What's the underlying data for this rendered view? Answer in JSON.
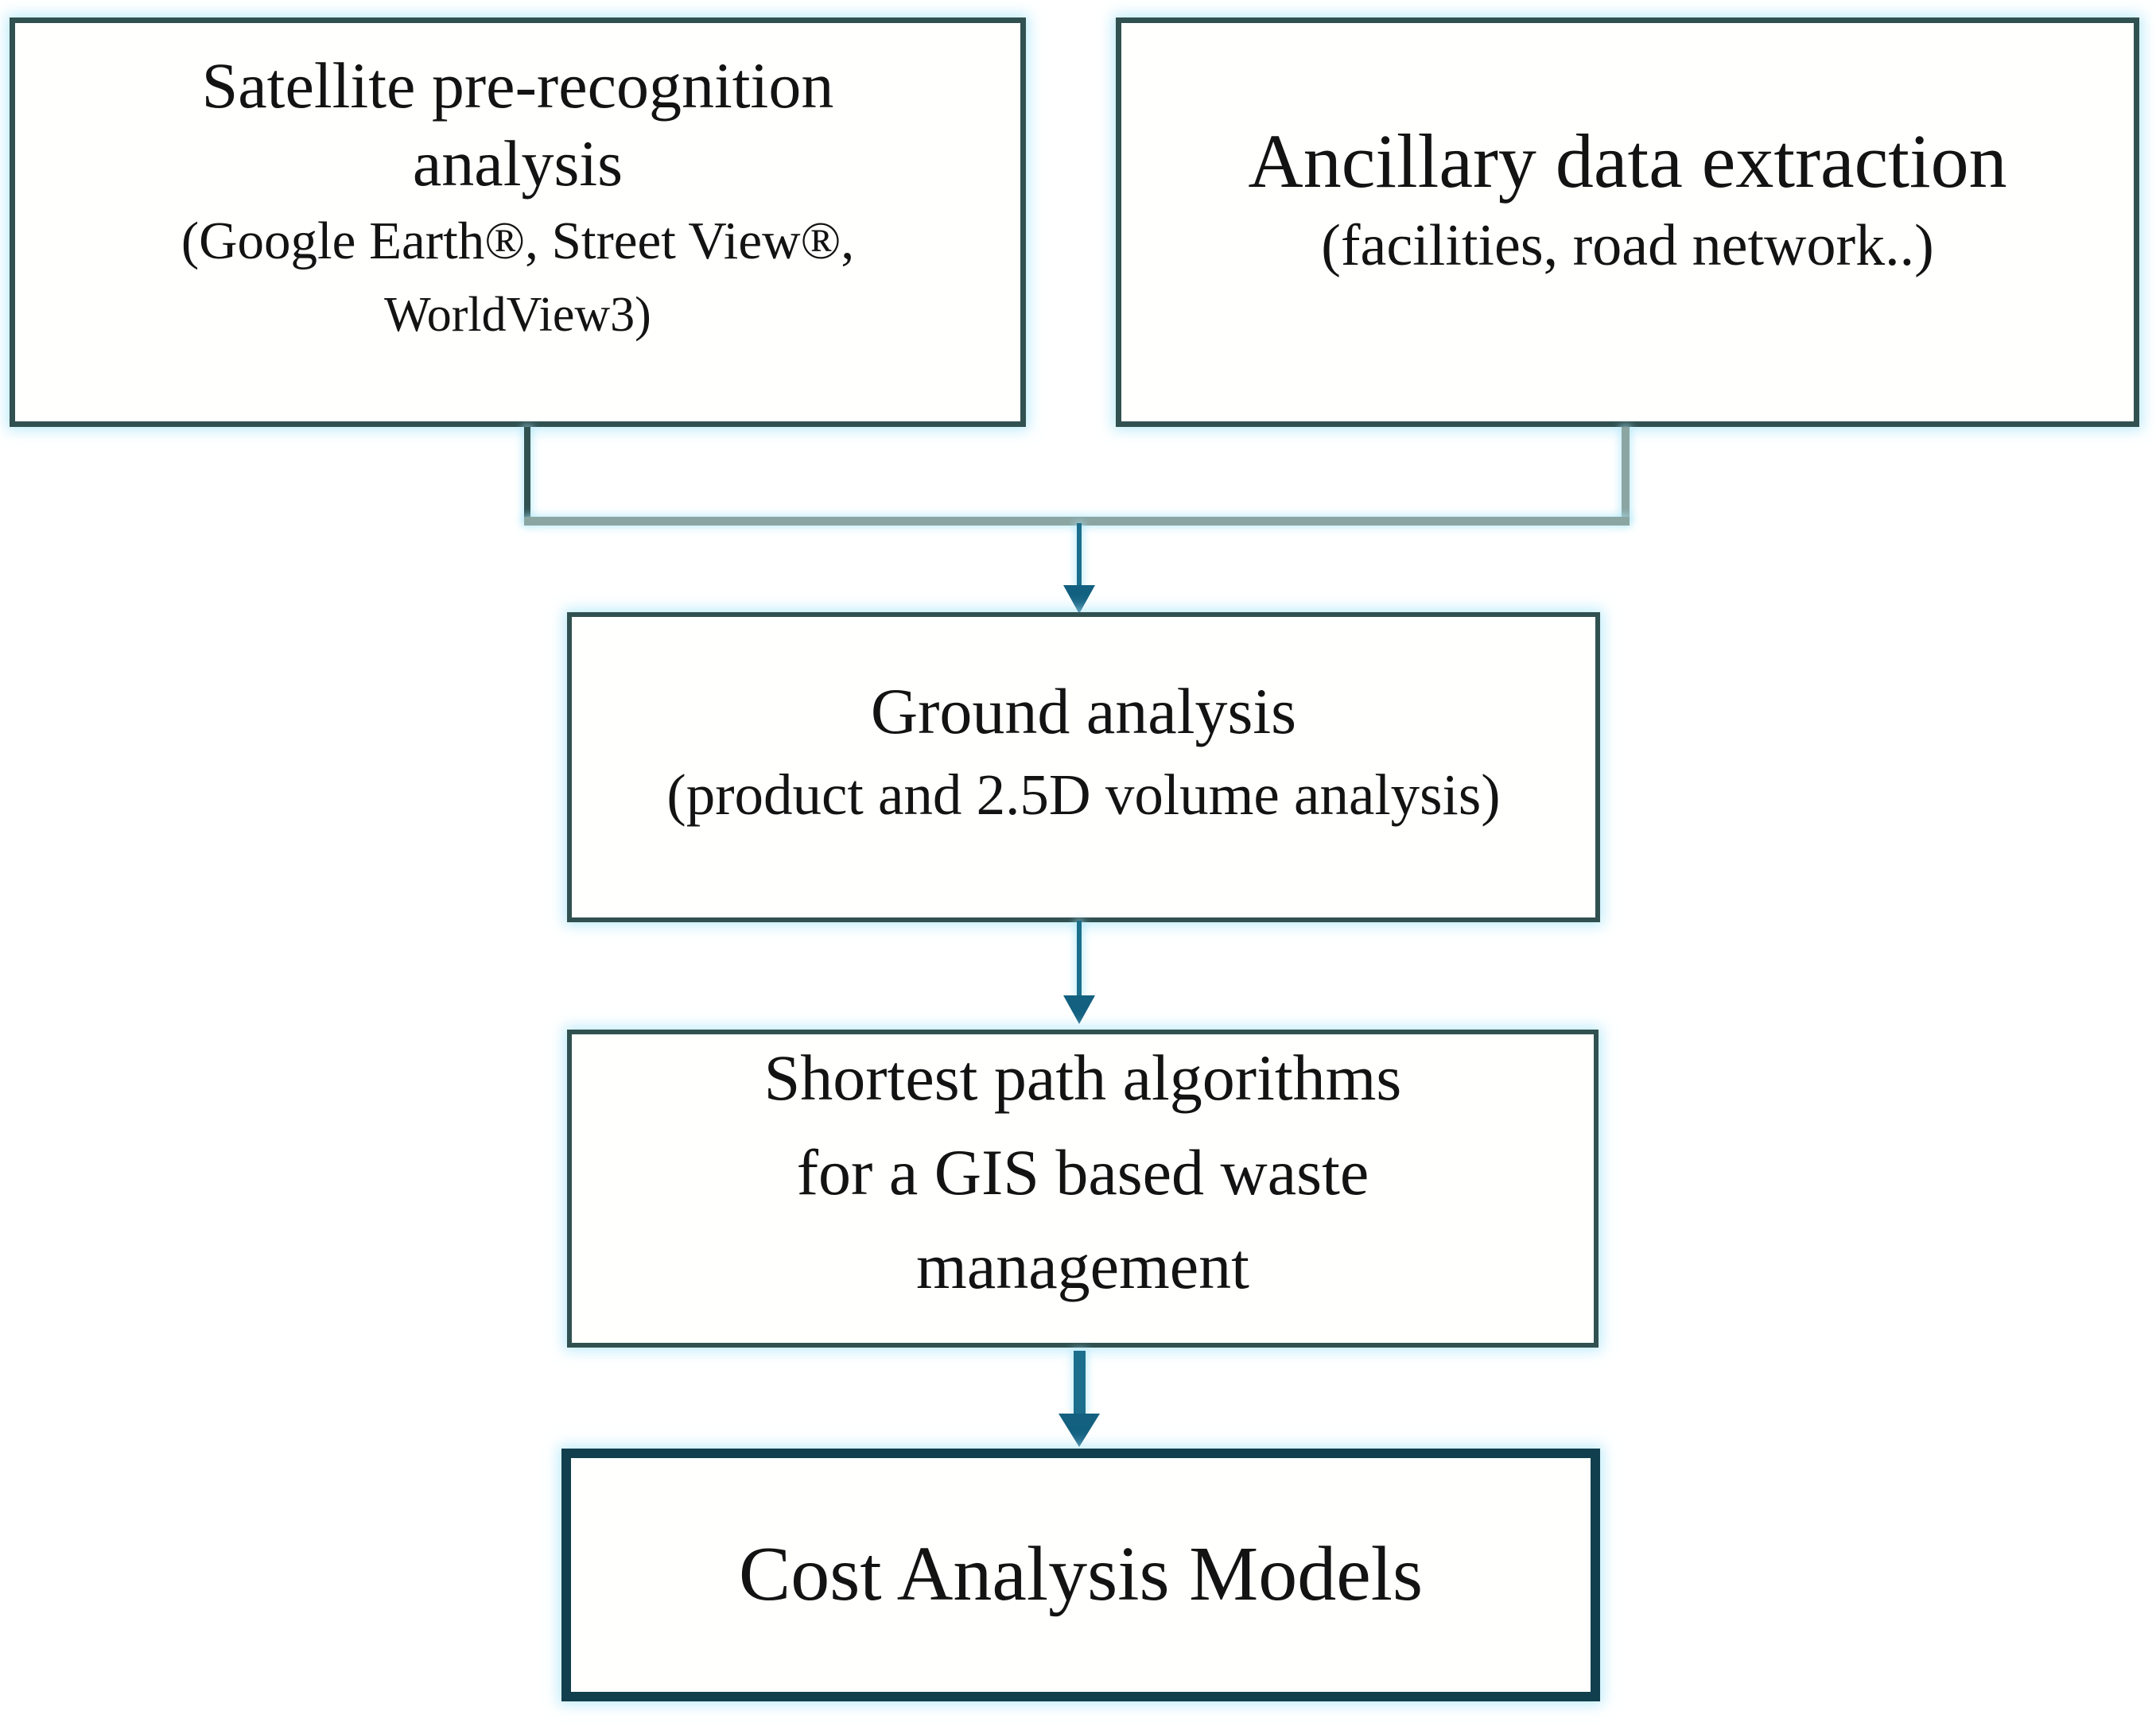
{
  "diagram": {
    "type": "flowchart",
    "nodes": {
      "satellite": {
        "title_line1": "Satellite pre-recognition",
        "title_line2": "analysis",
        "subtitle_line1": "(Google Earth®, Street View®,",
        "subtitle_line2": "WorldView3)"
      },
      "ancillary": {
        "title": "Ancillary data extraction",
        "subtitle": "(facilities, road network..)"
      },
      "ground": {
        "title": "Ground analysis",
        "subtitle": "(product and 2.5D volume analysis)"
      },
      "shortest_path": {
        "line1": "Shortest path algorithms",
        "line2": "for a GIS based waste",
        "line3": "management"
      },
      "cost": {
        "title": "Cost Analysis Models"
      }
    },
    "edges": [
      {
        "from": "satellite",
        "to": "ground"
      },
      {
        "from": "ancillary",
        "to": "ground"
      },
      {
        "from": "ground",
        "to": "shortest_path"
      },
      {
        "from": "shortest_path",
        "to": "cost"
      }
    ],
    "colors": {
      "box_border": "#315151",
      "box_border_strong": "#123f4e",
      "connector_light": "#8ba5a2",
      "connector_dark": "#315151",
      "arrow_stem": "#1b6e8c",
      "arrow_head": "#136080",
      "text": "#131313",
      "background": "#ffffff"
    }
  }
}
